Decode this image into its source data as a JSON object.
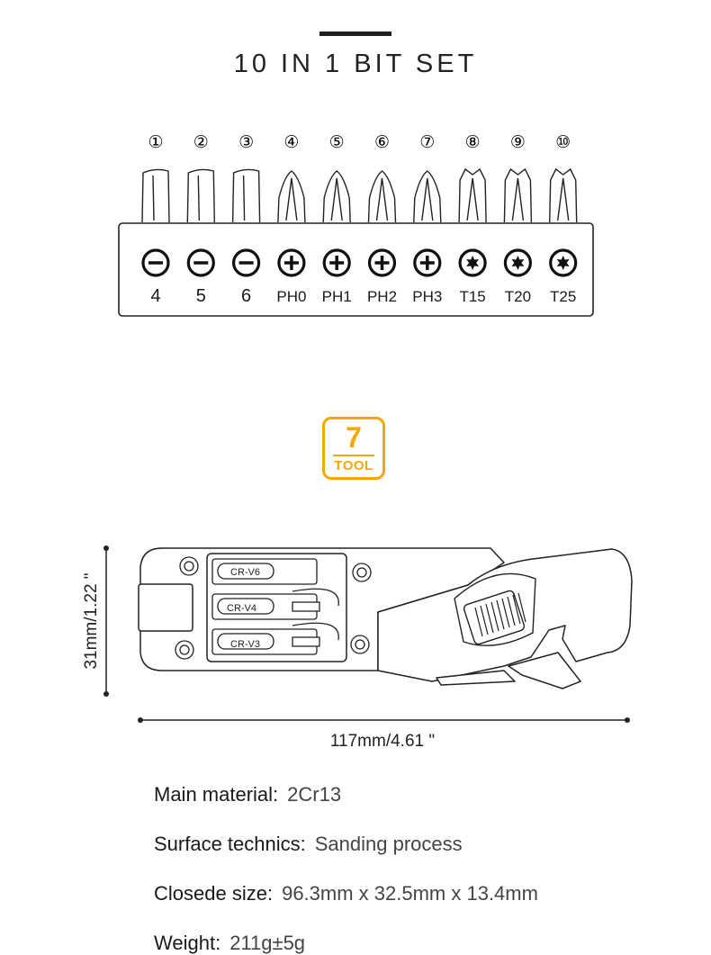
{
  "title": "10 IN 1 BIT SET",
  "bits": [
    {
      "num": "①",
      "label": "4",
      "type": "flat"
    },
    {
      "num": "②",
      "label": "5",
      "type": "flat"
    },
    {
      "num": "③",
      "label": "6",
      "type": "flat"
    },
    {
      "num": "④",
      "label": "PH0",
      "type": "phillips"
    },
    {
      "num": "⑤",
      "label": "PH1",
      "type": "phillips"
    },
    {
      "num": "⑥",
      "label": "PH2",
      "type": "phillips"
    },
    {
      "num": "⑦",
      "label": "PH3",
      "type": "phillips"
    },
    {
      "num": "⑧",
      "label": "T15",
      "type": "torx"
    },
    {
      "num": "⑨",
      "label": "T20",
      "type": "torx"
    },
    {
      "num": "⑩",
      "label": "T25",
      "type": "torx"
    }
  ],
  "logo": {
    "number": "7",
    "word": "TOOL",
    "color": "#f5a800"
  },
  "tool": {
    "engravings": [
      "CR-V6",
      "CR-V4",
      "CR-V3"
    ],
    "height_label": "31mm/1.22 \"",
    "width_label": "117mm/4.61 \""
  },
  "specs": [
    {
      "key": "Main material:",
      "value": "2Cr13"
    },
    {
      "key": "Surface technics:",
      "value": "Sanding process"
    },
    {
      "key": "Closede size:",
      "value": "96.3mm x 32.5mm x 13.4mm"
    },
    {
      "key": "Weight:",
      "value": "211g±5g"
    }
  ]
}
